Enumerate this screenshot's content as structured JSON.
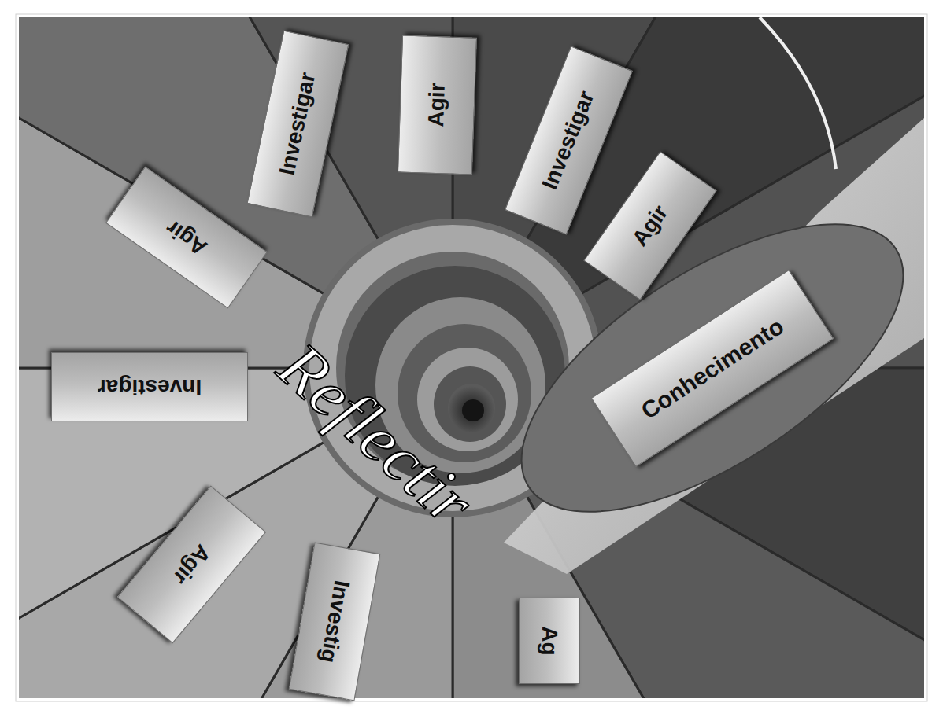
{
  "diagram": {
    "nodes": [
      {
        "text": [
          "Investigar"
        ]
      },
      {
        "text": [
          "Agir"
        ]
      },
      {
        "text": [
          "Investigar"
        ]
      },
      {
        "text": [
          "Agir"
        ]
      },
      {
        "text": [
          "Conhecimento"
        ]
      },
      {
        "text": [
          "Agir"
        ]
      },
      {
        "text": [
          "Investigar"
        ]
      },
      {
        "text": [
          "Agir"
        ]
      },
      {
        "text": [
          "Investig"
        ]
      },
      {
        "text": [
          "Ag"
        ]
      }
    ],
    "labels": [
      "Reflectir"
    ]
  }
}
